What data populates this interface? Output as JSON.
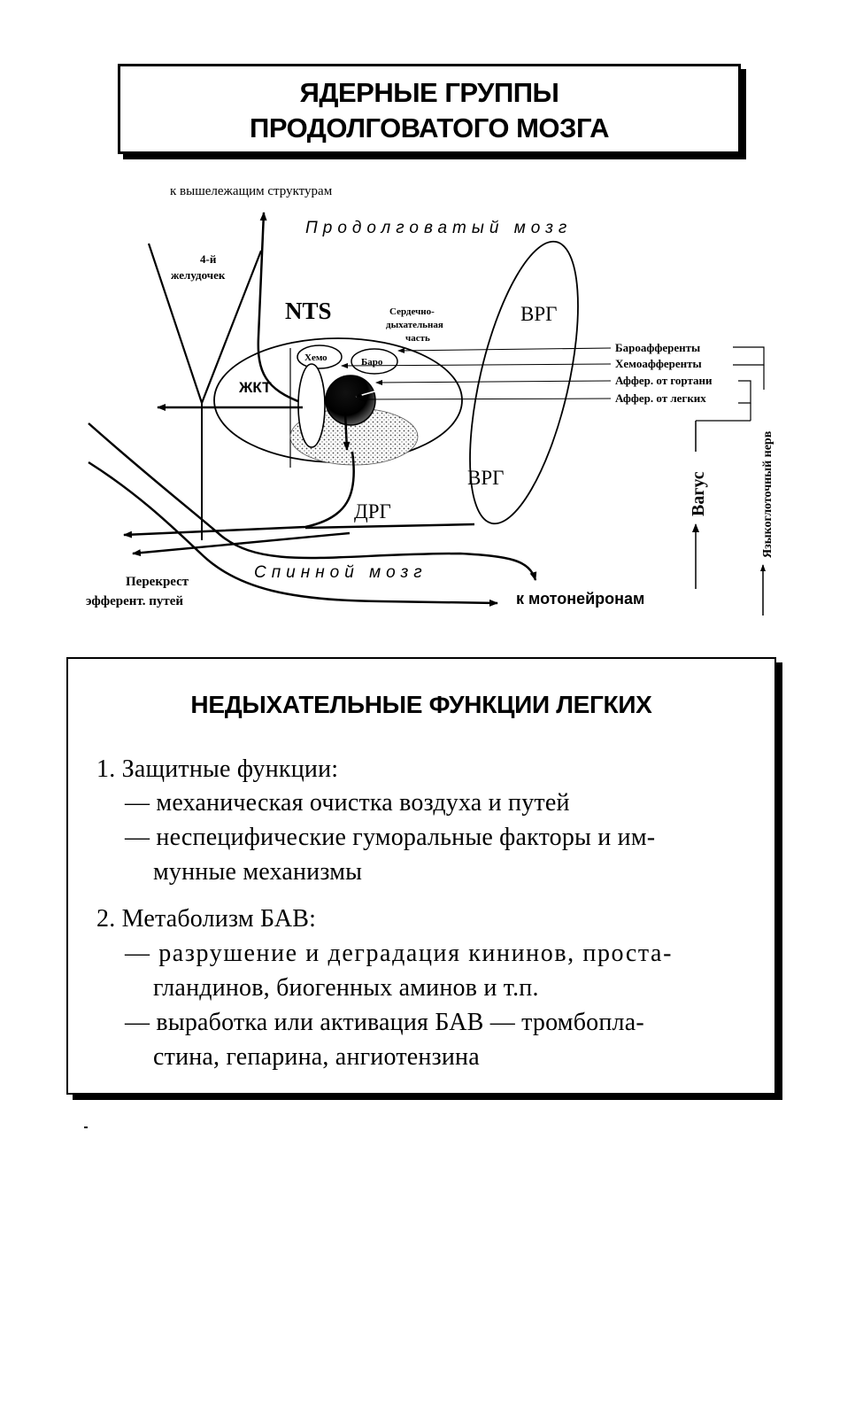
{
  "header": {
    "title_line1": "ЯДЕРНЫЕ ГРУППЫ",
    "title_line2": "ПРОДОЛГОВАТОГО МОЗГА"
  },
  "diagram": {
    "to_higher": "к вышележащим структурам",
    "medulla": "Продолговатый мозг",
    "ventricle_line1": "4-й",
    "ventricle_line2": "желудочек",
    "nts": "NTS",
    "cardio_line1": "Сердечно-",
    "cardio_line2": "дыхательная",
    "cardio_line3": "часть",
    "vrg_top": "ВРГ",
    "vrg_bottom": "ВРГ",
    "hemo": "Хемо",
    "baro": "Баро",
    "zhkt": "ЖКТ",
    "drg": "ДРГ",
    "afferents": [
      "Бароафференты",
      "Хемоафференты",
      "Аффер. от гортани",
      "Аффер. от легких"
    ],
    "vagus": "Вагус",
    "glossopharyngeal": "Языкоглоточный нерв",
    "spinal": "Спинной мозг",
    "cross_line1": "Перекрест",
    "cross_line2": "эфферент. путей",
    "to_motoneurons": "к мотонейронам"
  },
  "lung": {
    "title": "НЕДЫХАТЕЛЬНЫЕ ФУНКЦИИ ЛЕГКИХ",
    "l1": "1. Защитные функции:",
    "l2": "— механическая очистка воздуха и путей",
    "l3": "— неспецифические гуморальные факторы и им-",
    "l4": "мунные механизмы",
    "l5": "2. Метаболизм БАВ:",
    "l6": "— разрушение и деградация кининов, проста-",
    "l7": "гландинов, биогенных аминов и т.п.",
    "l8": "— выработка или активация БАВ — тромбопла-",
    "l9": "стина, гепарина, ангиотензина"
  }
}
